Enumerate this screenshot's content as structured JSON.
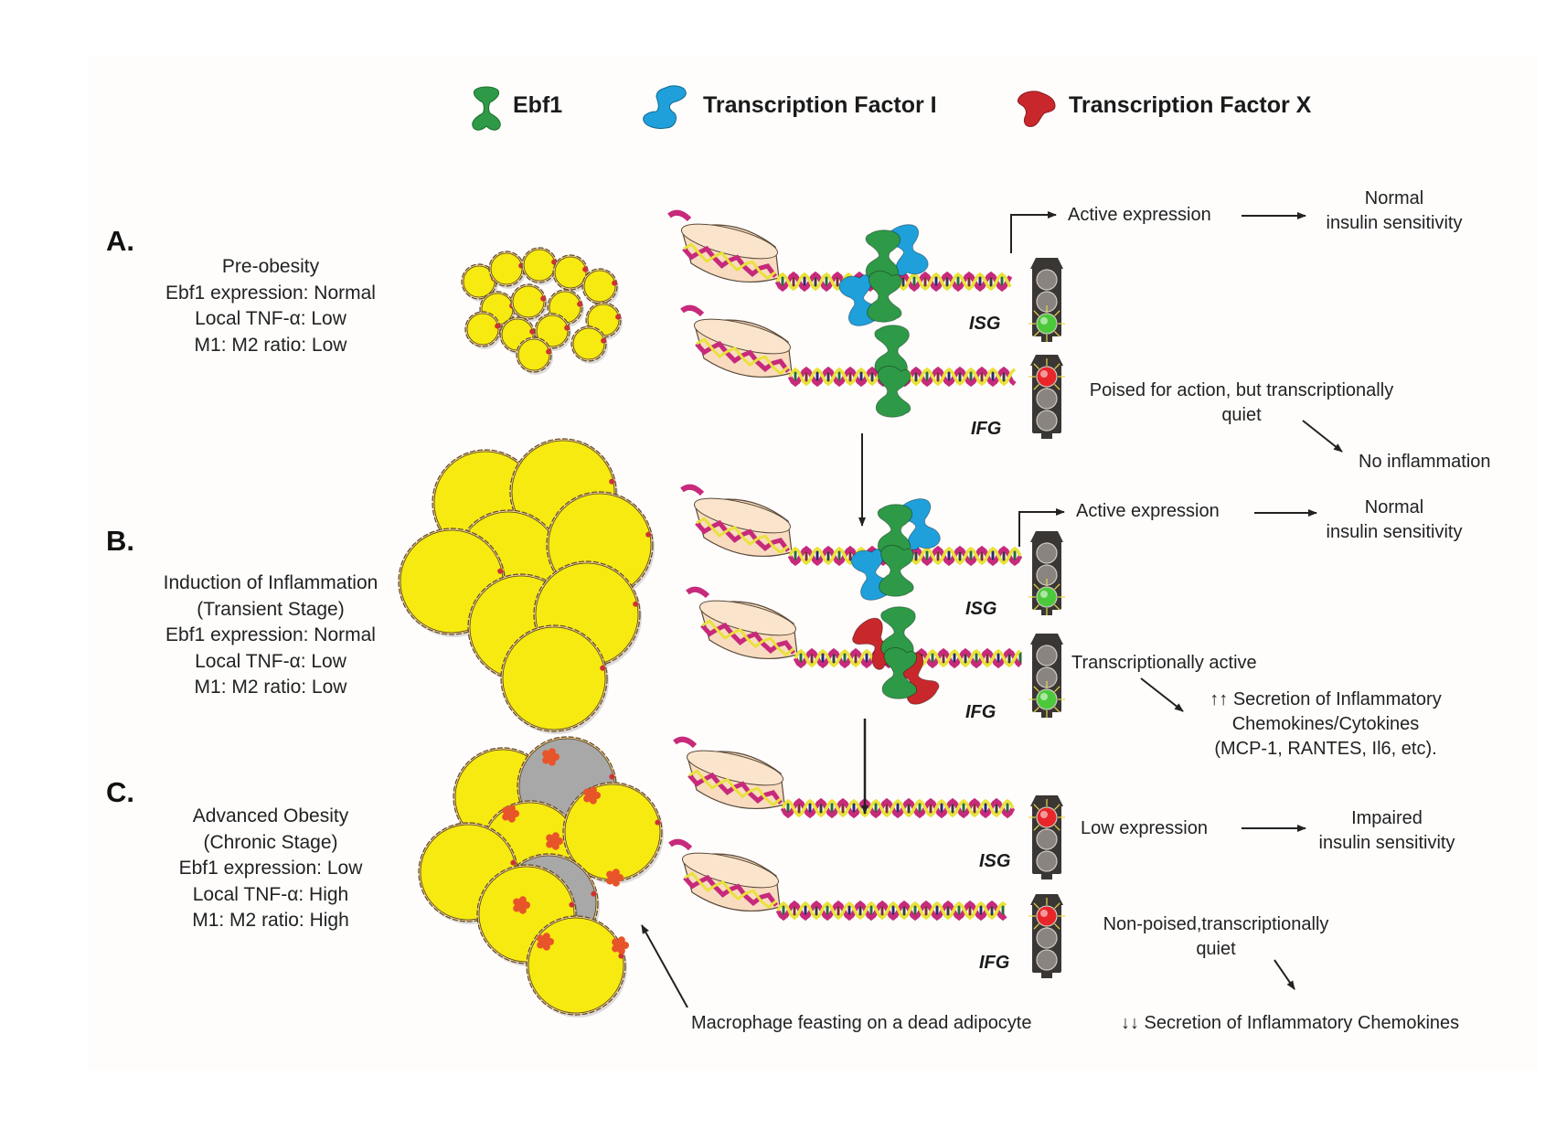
{
  "legend": [
    {
      "label": "Ebf1",
      "icon": "ebf1-protein-icon",
      "color": "#2e9a47"
    },
    {
      "label": "Transcription Factor I",
      "icon": "transcription-factor-i-icon",
      "color": "#1fa0db"
    },
    {
      "label": "Transcription Factor X",
      "icon": "transcription-factor-x-icon",
      "color": "#c8282c"
    }
  ],
  "colors": {
    "adipocyte": "#f6ea10",
    "dead_adipocyte": "#a8a8a8",
    "macrophage": "#e8542a",
    "nucleosome": "#f9dcc0",
    "dna_strand_a": "#c72a7b",
    "dna_strand_b": "#e8e23a",
    "light_green": "#4cc93a",
    "light_red": "#e8262a",
    "light_off": "#8a8480",
    "light_body": "#3a3633"
  },
  "sections": [
    {
      "id": "A",
      "label": "A.",
      "stage_lines": [
        "Pre-obesity",
        "Ebf1 expression: Normal",
        "Local TNF-α: Low",
        "M1: M2 ratio: Low"
      ],
      "genes": [
        {
          "name": "ISG",
          "light": "green",
          "bound": [
            "Ebf1",
            "Transcription Factor I"
          ]
        },
        {
          "name": "IFG",
          "light": "red",
          "bound": [
            "Ebf1"
          ]
        }
      ],
      "outcomes": {
        "isg_expression": "Active expression",
        "isg_result_line1": "Normal",
        "isg_result_line2": "insulin sensitivity",
        "ifg_state_line1": "Poised for action, but transcriptionally",
        "ifg_state_line2": "quiet",
        "ifg_result": "No inflammation"
      }
    },
    {
      "id": "B",
      "label": "B.",
      "stage_lines": [
        "Induction of Inflammation",
        "(Transient Stage)",
        "Ebf1 expression: Normal",
        "Local TNF-α: Low",
        "M1: M2 ratio: Low"
      ],
      "genes": [
        {
          "name": "ISG",
          "light": "green",
          "bound": [
            "Ebf1",
            "Transcription Factor I"
          ]
        },
        {
          "name": "IFG",
          "light": "green",
          "bound": [
            "Ebf1",
            "Transcription Factor X"
          ]
        }
      ],
      "outcomes": {
        "isg_expression": "Active expression",
        "isg_result_line1": "Normal",
        "isg_result_line2": "insulin sensitivity",
        "ifg_state": "Transcriptionally active",
        "ifg_result_line1": "↑↑ Secretion of Inflammatory",
        "ifg_result_line2": "Chemokines/Cytokines",
        "ifg_result_line3": "(MCP-1, RANTES, Il6, etc)."
      }
    },
    {
      "id": "C",
      "label": "C.",
      "stage_lines": [
        "Advanced Obesity",
        "(Chronic Stage)",
        "Ebf1 expression: Low",
        "Local TNF-α: High",
        "M1: M2 ratio: High"
      ],
      "genes": [
        {
          "name": "ISG",
          "light": "red",
          "bound": []
        },
        {
          "name": "IFG",
          "light": "red",
          "bound": []
        }
      ],
      "outcomes": {
        "isg_expression": "Low expression",
        "isg_result_line1": "Impaired",
        "isg_result_line2": "insulin sensitivity",
        "ifg_state_line1": "Non-poised,transcriptionally",
        "ifg_state_line2": "quiet",
        "ifg_result": "↓↓ Secretion of Inflammatory Chemokines"
      },
      "annotation": "Macrophage feasting on a dead adipocyte"
    }
  ]
}
